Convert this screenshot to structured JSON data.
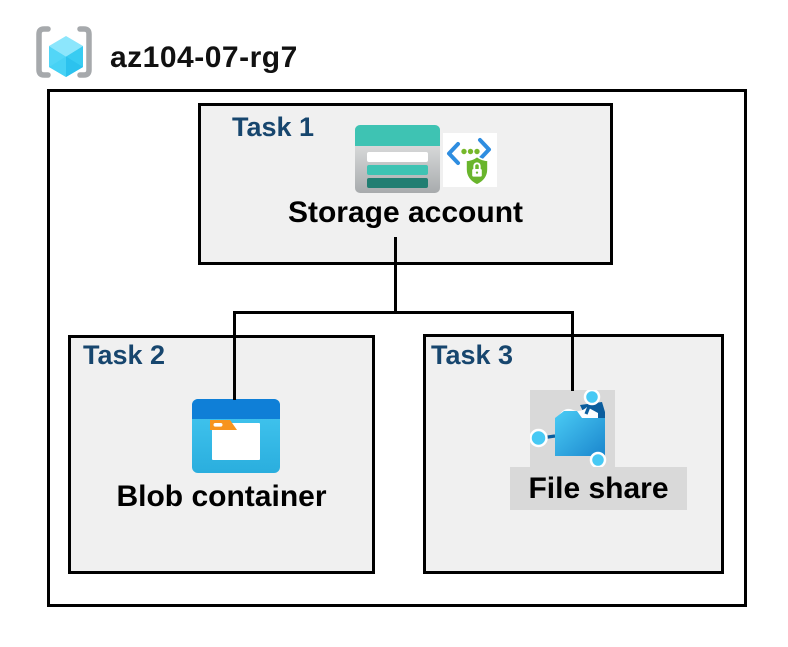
{
  "resource_group": {
    "name": "az104-07-rg7",
    "icon": "resource-group-icon"
  },
  "tasks": [
    {
      "label": "Task 1",
      "item": "Storage account",
      "icons": [
        "storage-account-icon",
        "secure-access-icon"
      ]
    },
    {
      "label": "Task 2",
      "item": "Blob container",
      "icons": [
        "blob-container-icon"
      ]
    },
    {
      "label": "Task 3",
      "item": "File share",
      "icons": [
        "file-share-icon"
      ]
    }
  ],
  "connections": [
    {
      "from": "Storage account",
      "to": "Blob container"
    },
    {
      "from": "Storage account",
      "to": "File share"
    }
  ],
  "colors": {
    "task_label": "#17466e",
    "task_box_bg": "#f0f0f0",
    "border": "#000000",
    "storage_teal": "#3ec3b3",
    "storage_teal_dark": "#217e72",
    "blob_header_blue": "#0f7fd7",
    "blob_body_cyan": "#35c0ea",
    "blob_tab_orange": "#f7941e",
    "file_share_bg_gray": "#d9d9d9",
    "file_share_blue_dark": "#0b5d9d",
    "node_cyan": "#47c9f4",
    "secure_green": "#69b52c",
    "secure_dot_green": "#76b82a",
    "secure_blue": "#2e8de0",
    "cube_cyan_light": "#8ce6fc",
    "cube_cyan": "#52d6f7",
    "cube_cyan_dark": "#2cc2ee",
    "bracket_gray": "#a6a9ac"
  }
}
